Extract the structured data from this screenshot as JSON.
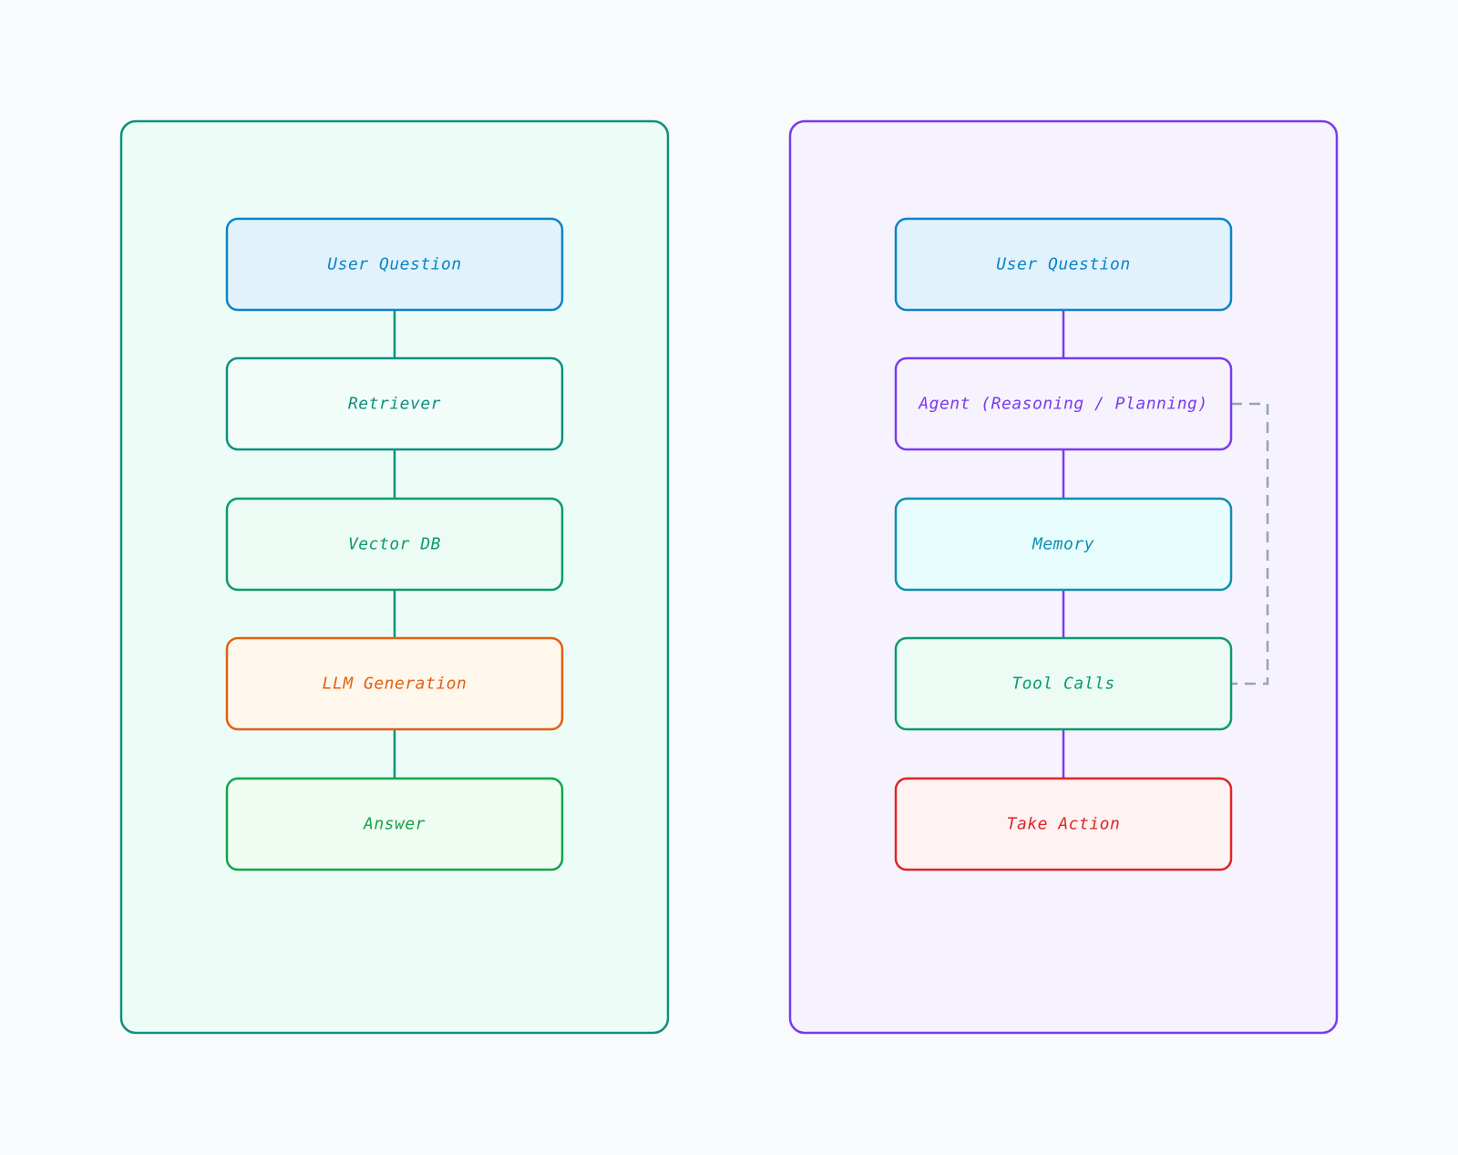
{
  "panels": [
    {
      "id": "rag",
      "border": "#0f8f80",
      "fill": "#ecfdf8",
      "connector": "#0f8f80",
      "nodes": [
        {
          "label": "User Question",
          "stroke": "#0b84c6",
          "fill": "#e1f2fd",
          "text": "#0b84c6"
        },
        {
          "label": "Retriever",
          "stroke": "#0f8f80",
          "fill": "#f2fdfa",
          "text": "#0f8f80"
        },
        {
          "label": "Vector DB",
          "stroke": "#0d9a6c",
          "fill": "#ecfcf4",
          "text": "#0d9a6c"
        },
        {
          "label": "LLM Generation",
          "stroke": "#e25f12",
          "fill": "#fff6ec",
          "text": "#e25f12"
        },
        {
          "label": "Answer",
          "stroke": "#16a34a",
          "fill": "#effcf2",
          "text": "#16a34a"
        }
      ]
    },
    {
      "id": "agent",
      "border": "#7c3aed",
      "fill": "#f6f3fe",
      "connector": "#7c3aed",
      "nodes": [
        {
          "label": "User Question",
          "stroke": "#0b84c6",
          "fill": "#e1f2fd",
          "text": "#0b84c6"
        },
        {
          "label": "Agent (Reasoning / Planning)",
          "stroke": "#7c3aed",
          "fill": "#f6f3fe",
          "text": "#7c3aed"
        },
        {
          "label": "Memory",
          "stroke": "#0e8fb0",
          "fill": "#e8fdfd",
          "text": "#0e8fb0"
        },
        {
          "label": "Tool Calls",
          "stroke": "#0d9a6c",
          "fill": "#ecfcf4",
          "text": "#0d9a6c"
        },
        {
          "label": "Take Action",
          "stroke": "#dc2626",
          "fill": "#fef2f2",
          "text": "#dc2626"
        }
      ],
      "loop": {
        "from": 1,
        "to": 3,
        "color": "#94a3b8",
        "style": "dashed"
      }
    }
  ]
}
